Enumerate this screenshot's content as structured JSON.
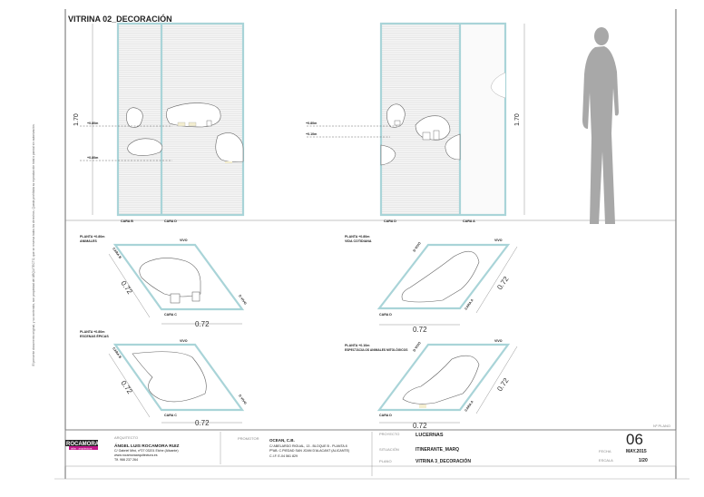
{
  "title": "VITRINA 02_DECORACIÓN",
  "elevations": {
    "height_label": "1.70",
    "left": {
      "level_1": "+0.80m",
      "level_2": "+0.80m",
      "face_left": "CARA B",
      "face_right": "CARA D"
    },
    "right": {
      "level_1": "+0.80m",
      "level_2": "+0.10m",
      "face_left": "CARA D",
      "face_right": "CARA A"
    }
  },
  "plans": [
    {
      "title": "PLANTA +0.80m",
      "subtitle": "ANIMALES",
      "top": "VIVO",
      "left": "CARA B",
      "right": "D VIVO",
      "bottom": "CARA C",
      "dim_x": "0.72",
      "dim_y": "0.72"
    },
    {
      "title": "PLANTA +0.80m",
      "subtitle": "VIDA COTIDIANA",
      "top": "VIVO",
      "left": "D VIVO",
      "right": "CARA A",
      "bottom": "CARA D",
      "dim_x": "0.72",
      "dim_y": "0.72"
    },
    {
      "title": "PLANTA +0.80m",
      "subtitle": "ESCENAS ÉPICAS",
      "top": "VIVO",
      "left": "CARA B",
      "right": "D VIVO",
      "bottom": "CARA C",
      "dim_x": "0.72",
      "dim_y": "0.72"
    },
    {
      "title": "PLANTA +0.10m",
      "subtitle": "ESPECTÁCULOS ANIMALES MITOLÓGICOS",
      "top": "VIVO",
      "left": "D VIVO",
      "right": "CARA A",
      "bottom": "CARA D",
      "dim_x": "0.72",
      "dim_y": "0.72"
    }
  ],
  "side_note": "El presente documento original, y su contenido, son propiedad del ARQUITECTO, que se reserva todos los derechos. Queda prohibida su reproducción total o parcial sin autorización.",
  "title_block": {
    "logo": "ROCAMORA",
    "logo_sub": "taller · arquitectura",
    "architect_label": "ARQUITECTO",
    "architect_name": "ÁNGEL LUIS ROCAMORA RUIZ",
    "architect_address": "C/ Gabriel Miró, nº27 03201 Elche (Alicante)",
    "architect_web": "www.rocamoraarquitectura.es",
    "architect_phone": "Tlf. 966 237 264",
    "promoter_label": "PROMOTOR",
    "promoter_name": "OCEAN, C.B.",
    "promoter_address_1": "C/ ABELARDO RIGUAL, 13 - BLOQUE B - PLANTA 8",
    "promoter_address_2": "PºAB. C.PIEDAD SAN JOAN D'ALACANT (ALICANTE)",
    "promoter_cif": "C.I.F. E-04 561 829",
    "project_label": "PROYECTO",
    "project": "LUCERNAS",
    "location_label": "SITUACIÓN",
    "location": "ITINERANTE_MARQ",
    "plan_label": "PLANO",
    "plan": "VITRINA 3_DECORACIÓN",
    "sheet_label": "Nº PLANO",
    "sheet": "06",
    "date_label": "FECHA",
    "date": "MAY.2015",
    "scale_label": "ESCALA",
    "scale": "1/20"
  },
  "colors": {
    "glass": "#a9d4d8",
    "logo_accent": "#c2188b"
  }
}
